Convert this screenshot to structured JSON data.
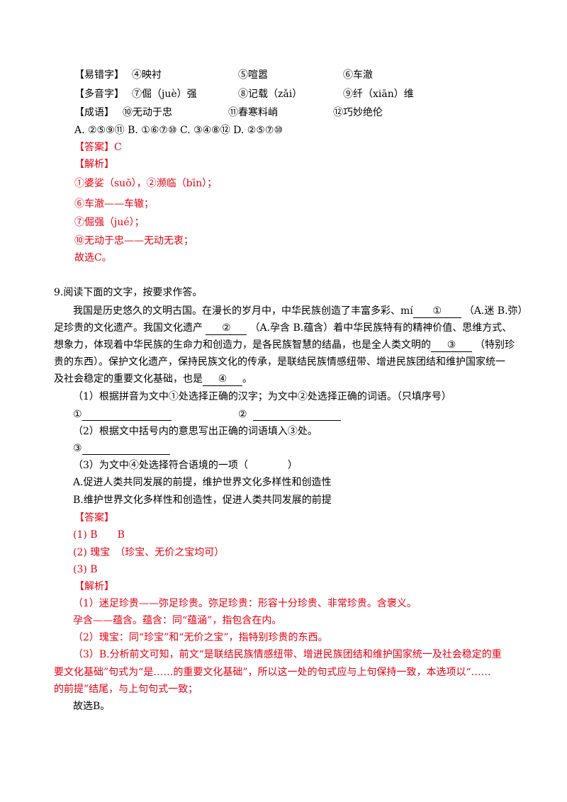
{
  "q8": {
    "row1": {
      "label": "【易错字】",
      "a": "④映衬",
      "b": "⑤喧嚣",
      "c": "⑥车澈"
    },
    "row2": {
      "label": "【多音字】",
      "a": "⑦倔（juè）强",
      "b": "⑧记载（zǎi）",
      "c": "⑨纤（xiān）维"
    },
    "row3": {
      "label": "【成语】",
      "a": "⑩无动于忠",
      "b": "⑪春寒料峭",
      "c": "⑫巧妙绝伦"
    },
    "options": "A. ②⑤⑨⑪ B. ①⑥⑦⑩ C. ③④⑧⑫ D. ②⑤⑦⑩",
    "answer": "【答案】C",
    "analysis_title": "【解析】",
    "analysis": [
      "①婆娑（suō），②濒临（bīn）；",
      "⑥车澈——车辙；",
      "⑦倔强（jué）；",
      "⑩无动于忠——无动无衷；",
      "故选C。"
    ]
  },
  "q9": {
    "title": "9.阅读下面的文字，按要求作答。",
    "p1": {
      "a": "我国是历史悠久的文明古国。在漫长的岁月中，中华民族创造了丰富多彩、mí",
      "blank1": "①",
      "b": "（A.迷 B.弥）"
    },
    "p2": {
      "a": "足珍贵的文化遗产。我国文化遗产 ",
      "blank2": "②",
      "b": "（A.孕含 B.蕴含）着中华民族特有的精神价值、思维方式、"
    },
    "p3": "想象力，体现着中华民族的生命力和创造力，是各民族智慧的结晶，也是全人类文明的",
    "p3_blank": "③",
    "p3_end": "（特别珍",
    "p4": "贵的东西）。保护文化遗产，保持民族文化的传承，是联结民族情感纽带、增进民族团结和维护国家统一",
    "p5": {
      "a": "及社会稳定的重要文化基础，也是",
      "blank4": "④",
      "b": "。"
    },
    "sub1": "（1）根据拼音为文中①处选择正确的汉字；为文中②处选择正确的词语。（只填序号）",
    "sub1_labels": [
      "①",
      "②"
    ],
    "sub2": "（2）根据文中括号内的意思写出正确的词语填入③处。",
    "sub2_label": "③",
    "sub3": "（3）为文中④处选择符合语境的一项（　　　　）",
    "optA": "A.促进人类共同发展的前提，维护世界文化多样性和创造性",
    "optB": "B.维护世界文化多样性和创造性，促进人类共同发展的前提",
    "answer_title": "【答案】",
    "answers": [
      "(1) B　　B",
      "(2) 瑰宝　（珍宝、无价之宝均可）",
      "(3) B"
    ],
    "analysis_title": "【解析】",
    "analysis": [
      "（1）迷足珍贵——弥足珍贵。弥足珍贵：形容十分珍贵、非常珍贵。含褒义。",
      "孕含——蕴含。蕴含：同“蕴涵”，指包含在内。",
      "（2）瑰宝：同“珍宝”和“无价之宝”，指特别珍贵的东西。",
      "（3）B.分析前文可知，前文“是联结民族情感纽带、增进民族团结和维护国家统一及社会稳定的重",
      "要文化基础”句式为“是……的重要文化基础”，所以这一处的句式应与上句保持一致，本选项以“……",
      "的前提”结尾，与上句句式一致；",
      "故选B。"
    ]
  },
  "colors": {
    "text": "#000000",
    "accent_red": "#e60012"
  }
}
